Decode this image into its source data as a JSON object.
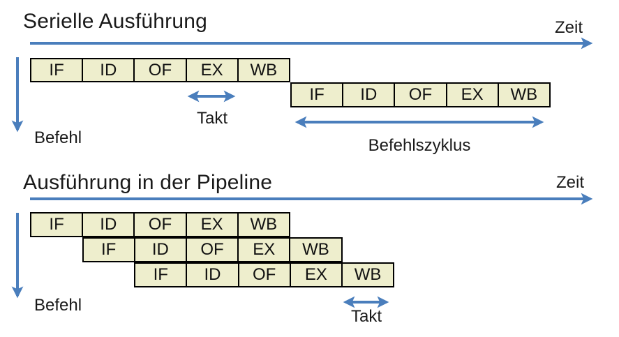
{
  "colors": {
    "accent_blue": "#4a7ebc",
    "box_fill": "#eeeecd",
    "box_border": "#000000"
  },
  "stages": [
    "IF",
    "ID",
    "OF",
    "EX",
    "WB"
  ],
  "serial": {
    "title": "Serielle Ausführung",
    "zeit_label": "Zeit",
    "befehl_label": "Befehl",
    "takt_label": "Takt",
    "befehlszyklus_label": "Befehlszyklus"
  },
  "pipeline": {
    "title": "Ausführung in der Pipeline",
    "zeit_label": "Zeit",
    "befehl_label": "Befehl",
    "takt_label": "Takt"
  }
}
